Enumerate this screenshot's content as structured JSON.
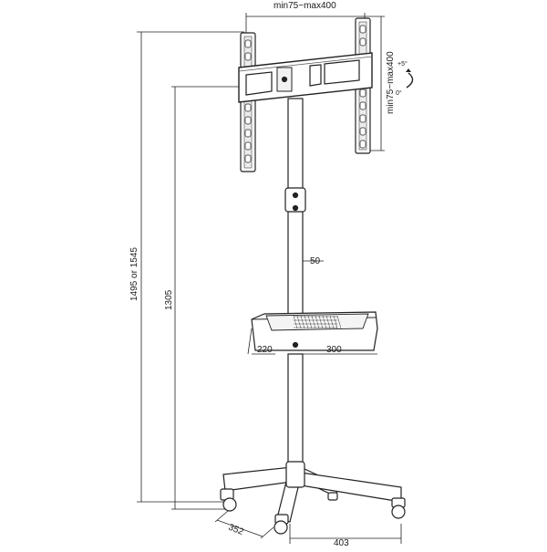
{
  "dimensions": {
    "top_width": "min75~max400",
    "side_height": "min75~max400",
    "total_height": "1495 or 1545",
    "mount_height": "1305",
    "pole_diameter": "50",
    "shelf_depth": "220",
    "shelf_width": "300",
    "base_depth": "352",
    "base_width": "403"
  },
  "tilt": {
    "up": "+5°",
    "zero": "0°"
  }
}
